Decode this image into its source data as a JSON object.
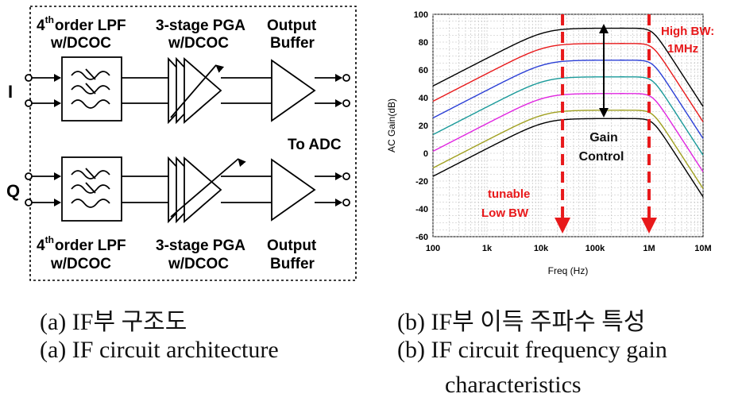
{
  "diagram": {
    "top_block_labels": {
      "lpf_order": "4",
      "lpf_sup": "th",
      "lpf_rest": "order LPF",
      "lpf_dcoc": "w/DCOC",
      "pga_line1": "3-stage PGA",
      "pga_line2": "w/DCOC",
      "buf_line1": "Output",
      "buf_line2": "Buffer"
    },
    "bottom_block_labels": {
      "lpf_order": "4",
      "lpf_sup": "th",
      "lpf_rest": "order LPF",
      "lpf_dcoc": "w/DCOC",
      "pga_line1": "3-stage PGA",
      "pga_line2": "w/DCOC",
      "buf_line1": "Output",
      "buf_line2": "Buffer"
    },
    "input_i": "I",
    "input_q": "Q",
    "output_label": "To ADC"
  },
  "chart_data": {
    "type": "line",
    "xlabel": "Freq (Hz)",
    "ylabel": "AC Gain(dB)",
    "x_scale": "log",
    "xlim": [
      100,
      10000000
    ],
    "ylim": [
      -60,
      100
    ],
    "xticks": [
      "100",
      "1k",
      "10k",
      "100k",
      "1M",
      "10M"
    ],
    "yticks": [
      "-60",
      "-40",
      "-20",
      "0",
      "20",
      "40",
      "60",
      "80",
      "100"
    ],
    "grid": true,
    "series": [
      {
        "color": "#000000",
        "plateau": 90
      },
      {
        "color": "#e8191b",
        "plateau": 79
      },
      {
        "color": "#2b3fd6",
        "plateau": 67
      },
      {
        "color": "#1a9a9a",
        "plateau": 55
      },
      {
        "color": "#e025e0",
        "plateau": 43
      },
      {
        "color": "#a0a020",
        "plateau": 31
      },
      {
        "color": "#000000",
        "plateau": 25
      }
    ],
    "annotations": {
      "high_bw_line1": "High BW:",
      "high_bw_line2": "1MHz",
      "tunable_line1": "tunable",
      "tunable_line2": "Low BW",
      "gain_line1": "Gain",
      "gain_line2": "Control"
    },
    "marker_freqs": [
      25000,
      1000000
    ],
    "colors": {
      "annotation": "#e8191b",
      "dash": "#e8191b"
    }
  },
  "captions": {
    "a_ko": "(a) IF부 구조도",
    "a_en": "(a) IF circuit architecture",
    "b_ko": "(b) IF부 이득 주파수 특성",
    "b_en_line1": "(b) IF circuit frequency gain",
    "b_en_line2": "characteristics"
  }
}
